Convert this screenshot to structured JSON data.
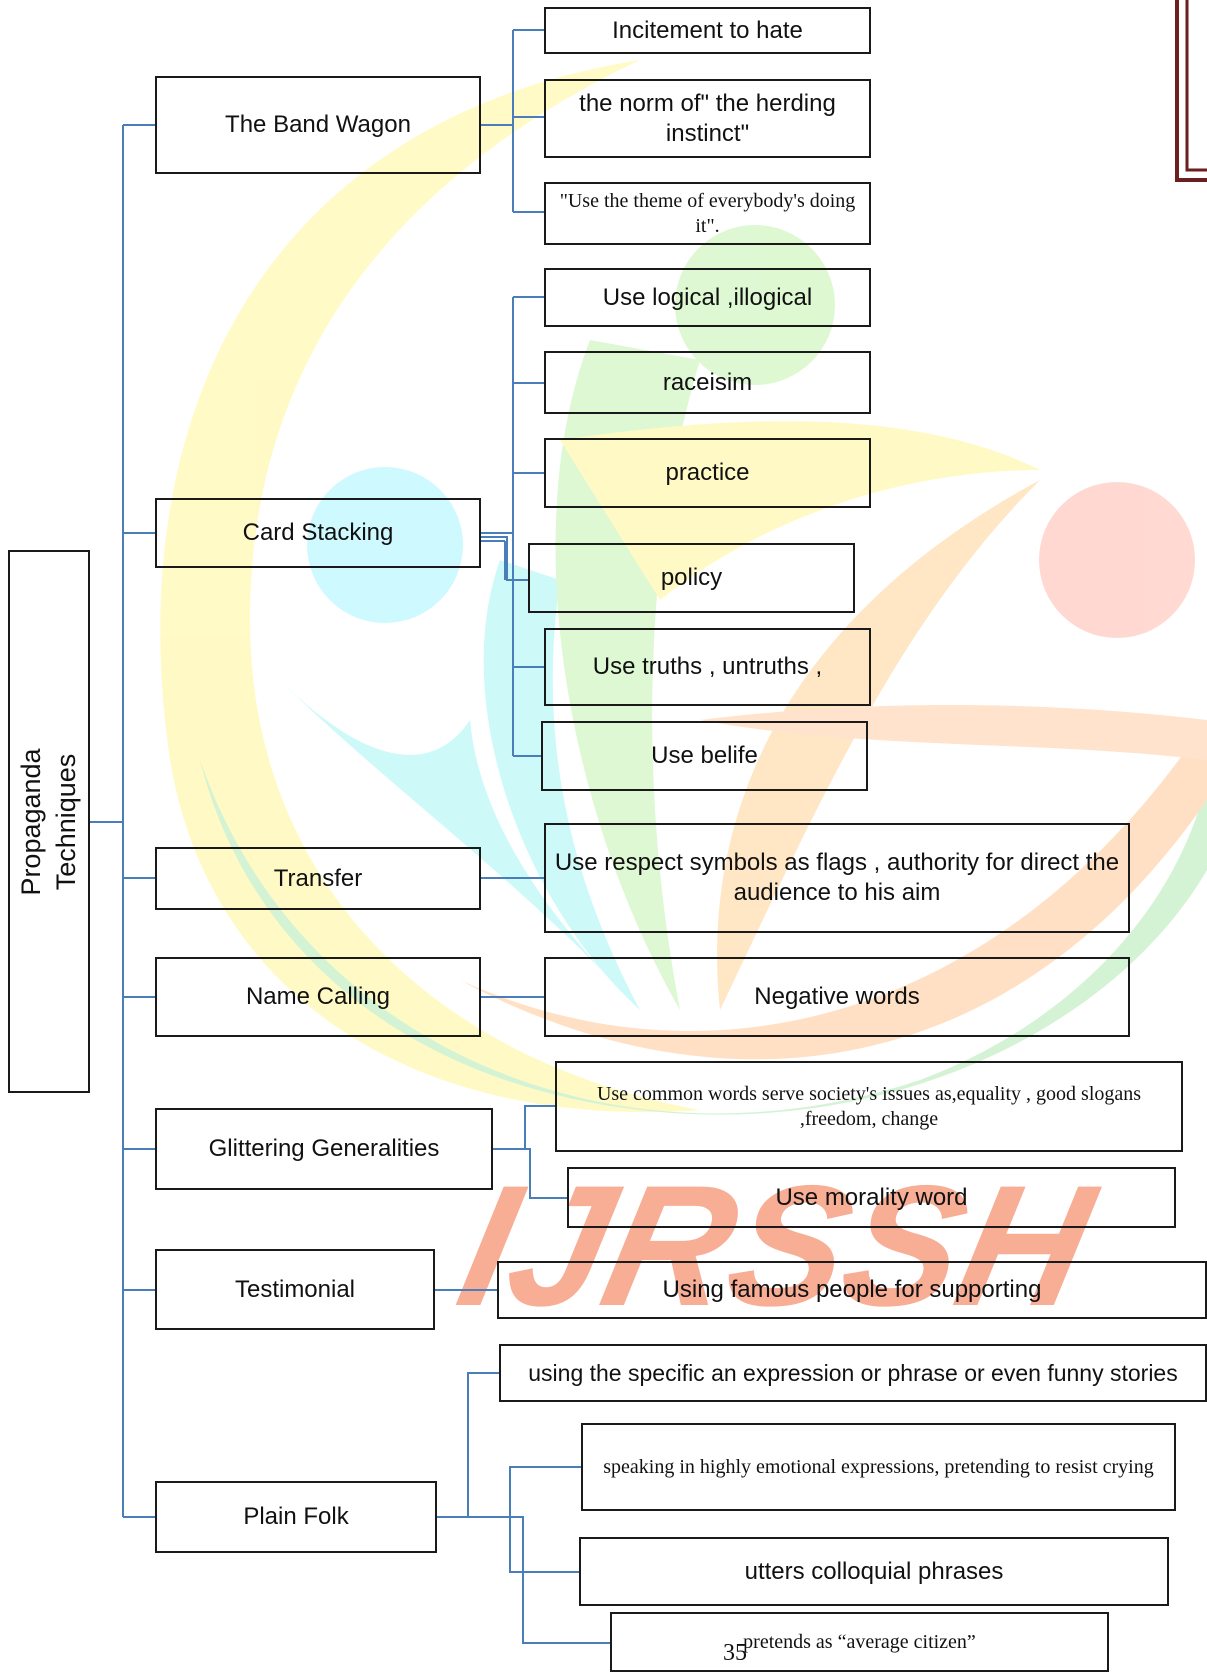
{
  "diagram": {
    "root": {
      "line1": "Propaganda",
      "line2": "Techniques"
    },
    "techniques": {
      "band_wagon": {
        "label": "The Band Wagon",
        "items": [
          "Incitement to hate",
          "the norm of\" the herding instinct\"",
          "\"Use the theme of everybody's doing it\"."
        ]
      },
      "card_stacking": {
        "label": "Card Stacking",
        "items": [
          "Use logical ,illogical",
          "raceisim",
          "practice",
          "policy",
          "Use truths , untruths ,",
          "Use belife"
        ]
      },
      "transfer": {
        "label": "Transfer",
        "items": [
          "Use respect symbols as flags , authority  for direct the audience to his aim"
        ]
      },
      "name_calling": {
        "label": "Name Calling",
        "items": [
          "Negative words"
        ]
      },
      "glittering": {
        "label": "Glittering Generalities",
        "items": [
          "Use common words serve  society's issues as,equality , good slogans ,freedom, change",
          "Use morality word"
        ]
      },
      "testimonial": {
        "label": "Testimonial",
        "items": [
          "Using famous people for supporting"
        ]
      },
      "plain_folk": {
        "label": "Plain Folk",
        "items": [
          "using the specific an expression or phrase or even funny stories",
          "speaking in highly emotional expressions, pretending to resist crying",
          "utters colloquial phrases",
          "pretends as “average citizen”"
        ]
      }
    }
  },
  "watermark": {
    "text": "IJRSSH"
  },
  "page_number": "35",
  "colors": {
    "connector": "#4a7ebb",
    "box_border": "#1a1a1a",
    "watermark_text": "#f26a3e",
    "frame": "#6b1f1f"
  }
}
